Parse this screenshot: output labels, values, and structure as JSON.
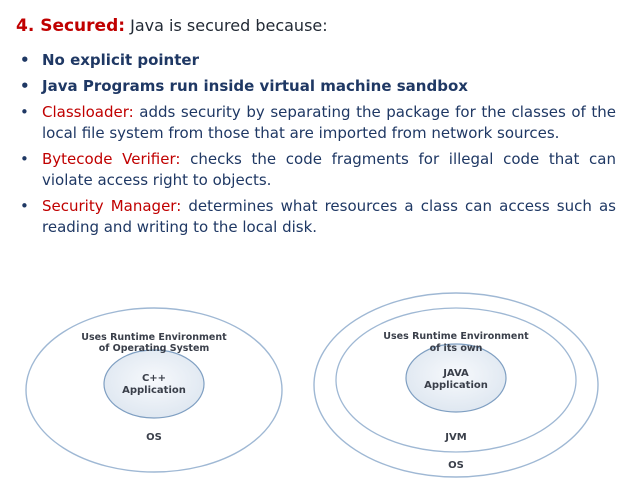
{
  "title": {
    "number_label": "4. Secured:",
    "text": "Java is secured because:"
  },
  "bullets": [
    {
      "text": "No explicit pointer",
      "style": "bold"
    },
    {
      "text": "Java Programs run inside virtual machine sandbox",
      "style": "bold"
    },
    {
      "highlight": "Classloader:",
      "text": "adds security by separating the package for the classes of the local file system from those that are imported from network sources."
    },
    {
      "highlight": "Bytecode Verifier:",
      "text": "checks the code fragments for illegal code that can violate access right to objects."
    },
    {
      "highlight": "Security Manager:",
      "text": "determines what resources a class can access such as reading and writing to the local disk."
    }
  ],
  "diagram_left": {
    "env_line1": "Uses Runtime Environment",
    "env_line2": "of Operating System",
    "app_line1": "C++",
    "app_line2": "Application",
    "os_label": "OS"
  },
  "diagram_right": {
    "env_line1": "Uses Runtime Environment",
    "env_line2": "of its own",
    "app_line1": "JAVA",
    "app_line2": "Application",
    "jvm_label": "JVM",
    "os_label": "OS"
  },
  "colors": {
    "accent_red": "#c00000",
    "text_blue": "#1f3864"
  }
}
